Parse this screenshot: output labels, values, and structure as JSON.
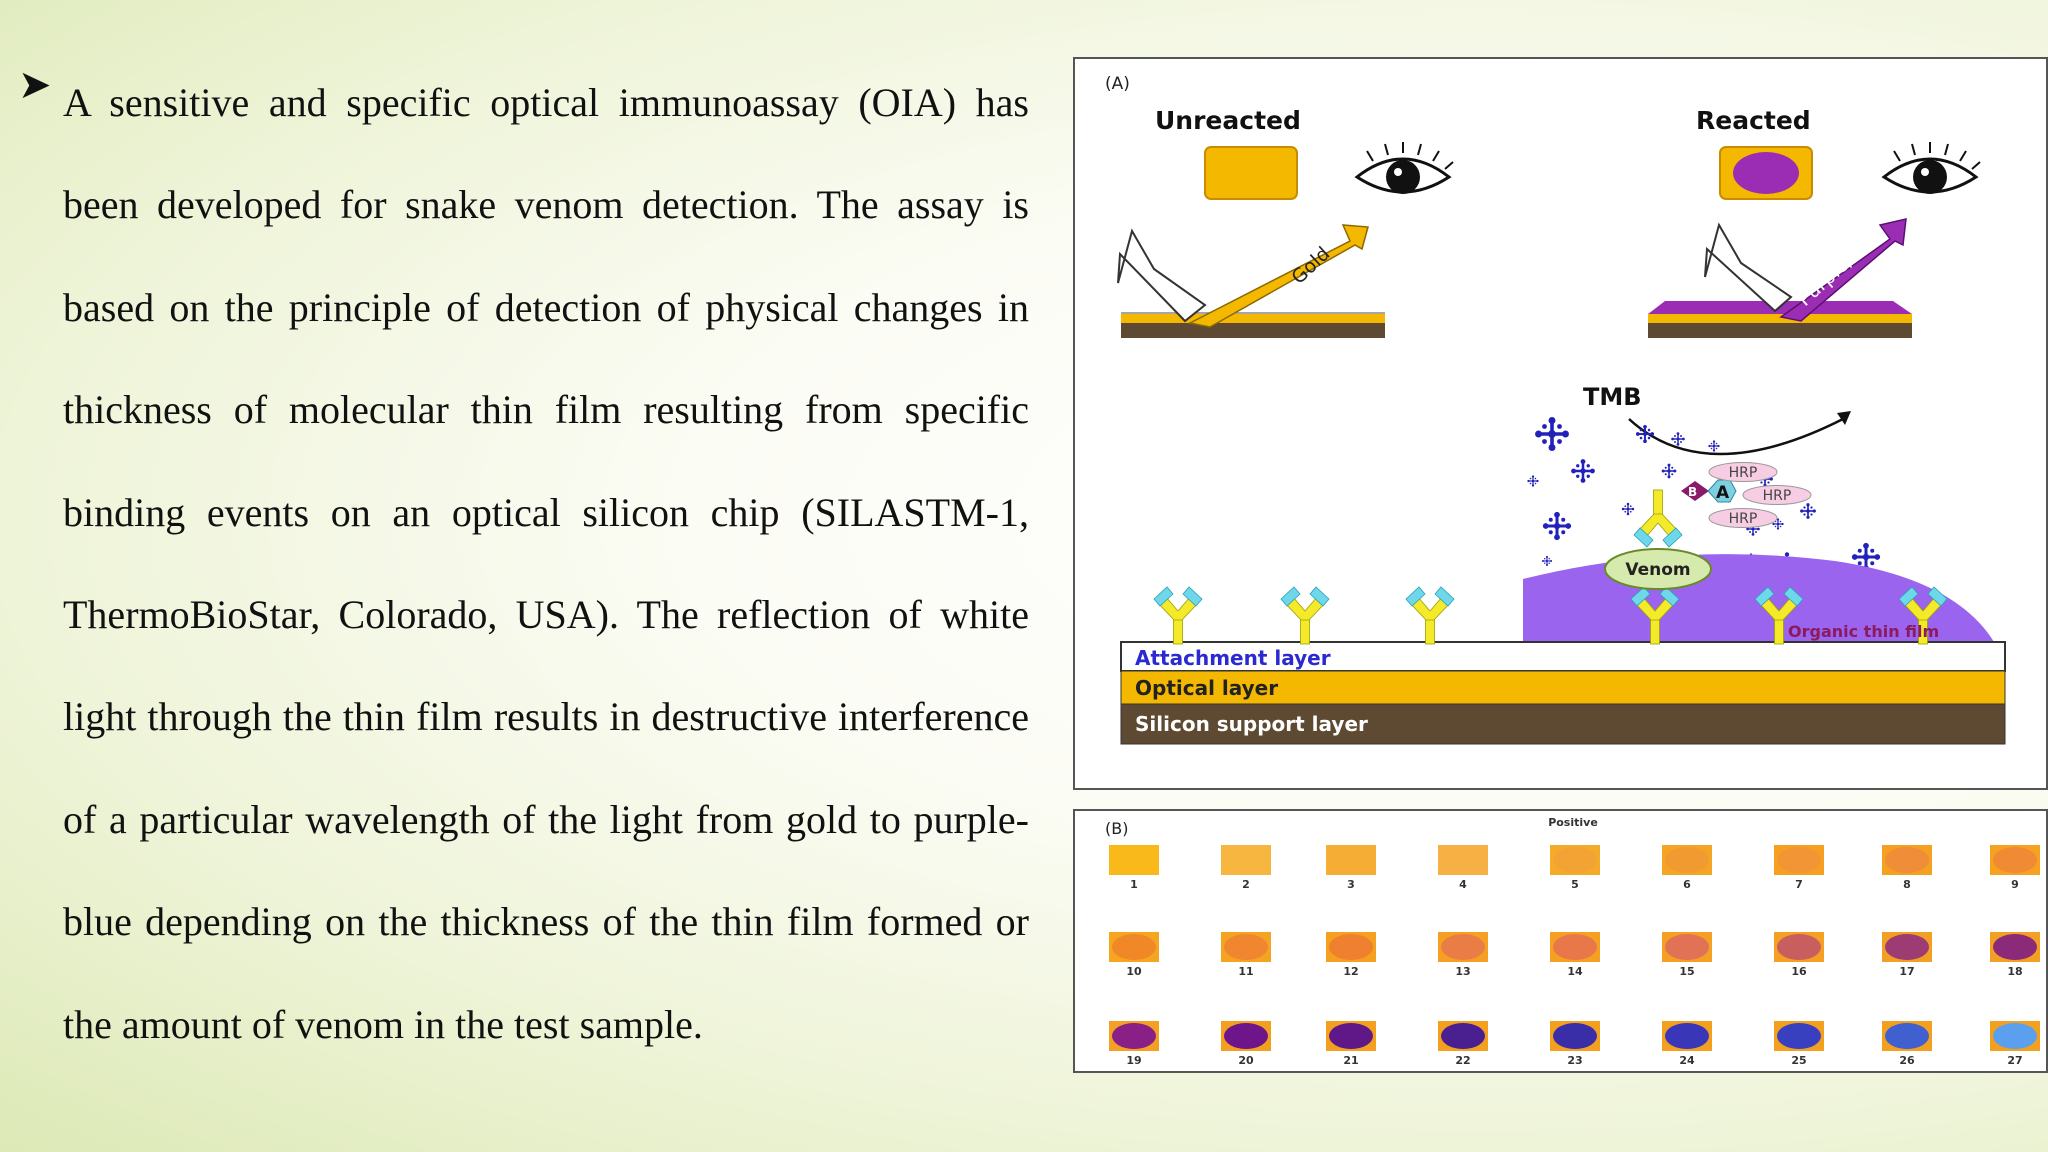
{
  "paragraph": {
    "bullet_icon": "arrowhead-bullet-icon",
    "text": "A sensitive and specific optical immunoassay (OIA) has been developed for snake venom detection. The assay is based on the principle of detection of physical changes in thickness of molecular thin film resulting from specific binding events on an optical silicon chip (SILASTM-1, ThermoBioStar, Colorado, USA). The reflection of white light through the thin film results in destructive interference of a particular wavelength of the light from gold to purple-blue depending on the thickness of the thin film formed or the amount of venom in the test sample."
  },
  "figure_a": {
    "panel_label": "(A)",
    "unreacted": {
      "title": "Unreacted",
      "beam_label": "Gold"
    },
    "reacted": {
      "title": "Reacted",
      "beam_label": "Purple/Blue"
    },
    "substrate_label": "TMB",
    "enzyme_labels": [
      "HRP",
      "HRP",
      "HRP"
    ],
    "biotin_label": "B",
    "avidin_label": "A",
    "analyte_label": "Venom",
    "film_label": "Organic thin film",
    "layers": {
      "attachment": "Attachment layer",
      "optical": "Optical layer",
      "silicon": "Silicon support layer"
    },
    "colors": {
      "gold": "#f5b800",
      "purple": "#9b2db5",
      "film": "#9a64ee",
      "antibody": "#f4ea2a",
      "silicon": "#5e4a32",
      "precipitate": "#2222bb"
    }
  },
  "figure_b": {
    "panel_label": "(B)",
    "header": "Positive",
    "wells": [
      {
        "label": "1",
        "color": "#f9b91a",
        "spot": ""
      },
      {
        "label": "2",
        "color": "#f7b640",
        "spot": ""
      },
      {
        "label": "3",
        "color": "#f6ad35",
        "spot": ""
      },
      {
        "label": "4",
        "color": "#f6b043",
        "spot": ""
      },
      {
        "label": "5",
        "color": "#f5ab2a",
        "spot": "#f3a234"
      },
      {
        "label": "6",
        "color": "#f5a525",
        "spot": "#f19a30"
      },
      {
        "label": "7",
        "color": "#f5a020",
        "spot": "#f19535"
      },
      {
        "label": "8",
        "color": "#f4a020",
        "spot": "#ef8d38"
      },
      {
        "label": "9",
        "color": "#f4a220",
        "spot": "#f08a35"
      },
      {
        "label": "10",
        "color": "#f5a51f",
        "spot": "#f08828"
      },
      {
        "label": "11",
        "color": "#f5a422",
        "spot": "#f08630"
      },
      {
        "label": "12",
        "color": "#f4a020",
        "spot": "#ee8030"
      },
      {
        "label": "13",
        "color": "#f4a022",
        "spot": "#ea7d45"
      },
      {
        "label": "14",
        "color": "#f4a022",
        "spot": "#e8784a"
      },
      {
        "label": "15",
        "color": "#f4a025",
        "spot": "#e17256"
      },
      {
        "label": "16",
        "color": "#f3a025",
        "spot": "#c85e5e"
      },
      {
        "label": "17",
        "color": "#f2a025",
        "spot": "#9c3c72"
      },
      {
        "label": "18",
        "color": "#f2a025",
        "spot": "#8a2a78"
      },
      {
        "label": "19",
        "color": "#f4a025",
        "spot": "#8a1f86"
      },
      {
        "label": "20",
        "color": "#f3a020",
        "spot": "#6e158a"
      },
      {
        "label": "21",
        "color": "#f3a020",
        "spot": "#601788"
      },
      {
        "label": "22",
        "color": "#f3a020",
        "spot": "#4a2090"
      },
      {
        "label": "23",
        "color": "#f3a020",
        "spot": "#3a2ea8"
      },
      {
        "label": "24",
        "color": "#f3a020",
        "spot": "#3a36b8"
      },
      {
        "label": "25",
        "color": "#f3a020",
        "spot": "#3840c0"
      },
      {
        "label": "26",
        "color": "#f3a020",
        "spot": "#4060d0"
      },
      {
        "label": "27",
        "color": "#f3a020",
        "spot": "#5aa0ee"
      }
    ]
  }
}
